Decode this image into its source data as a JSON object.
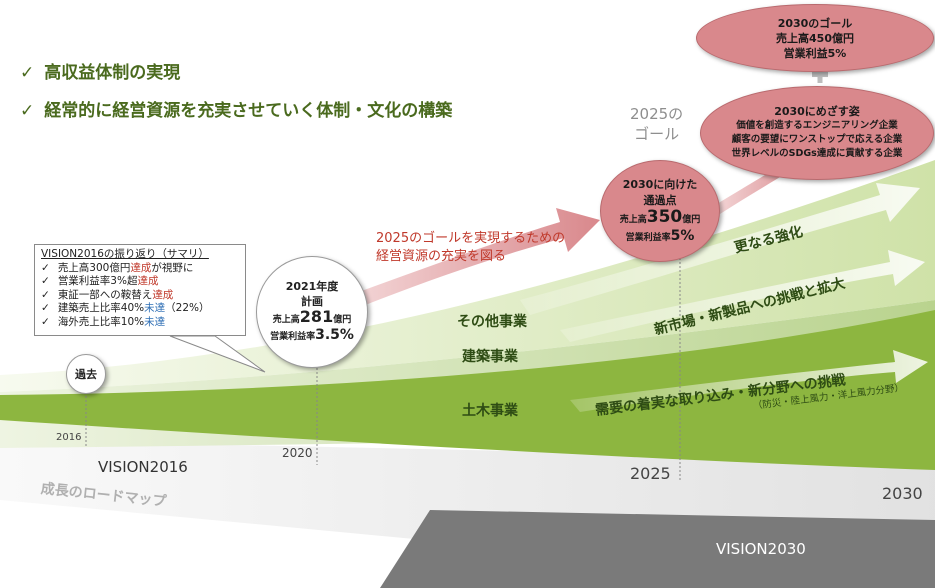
{
  "goals": [
    "高収益体制の実現",
    "経常的に経営資源を充実させていく体制・文化の構築"
  ],
  "goal2025_heading": {
    "line1": "2025の",
    "line2": "ゴール"
  },
  "review": {
    "title": "VISION2016の振り返り（サマリ）",
    "items": [
      {
        "text": "売上高300億円",
        "status": "達成",
        "suffix": "が視野に"
      },
      {
        "text": "営業利益率3%超",
        "status": "達成"
      },
      {
        "text": "東証一部への鞍替え",
        "status": "達成"
      },
      {
        "text": "建築売上比率40%",
        "status": "未達",
        "suffix": "（22%）"
      },
      {
        "text": "海外売上比率10%",
        "status": "未達"
      }
    ]
  },
  "past_label": "過去",
  "plan2021": {
    "title": "2021年度",
    "subtitle": "計画",
    "sales_label": "売上高",
    "sales_value": "281",
    "sales_unit": "億円",
    "margin_label": "営業利益率",
    "margin_value": "3.5%"
  },
  "arrow2025_caption": {
    "line1": "2025のゴールを実現するための",
    "line2": "経営資源の充実を図る"
  },
  "waypoint": {
    "title1": "2030に向けた",
    "title2": "通過点",
    "sales_label": "売上高",
    "sales_value": "350",
    "sales_unit": "億円",
    "margin_label": "営業利益率",
    "margin_value": "5%"
  },
  "goal2030": {
    "title": "2030のゴール",
    "sales": "売上高450億円",
    "margin": "営業利益5%"
  },
  "vision2030": {
    "title": "2030にめざす姿",
    "lines": [
      "価値を創造するエンジニアリング企業",
      "顧客の要望にワンストップで応える企業",
      "世界レベルのSDGs達成に貢献する企業"
    ]
  },
  "segments": {
    "other": "その他事業",
    "construction": "建築事業",
    "civil": "土木事業"
  },
  "arrows": {
    "reinforce": "更なる強化",
    "new_market": "新市場・新製品への挑戦と拡大",
    "demand": "需要の着実な取り込み・新分野への挑戦",
    "demand_sub": "（防災・陸上風力・洋上風力分野）"
  },
  "years": {
    "y2016": "2016",
    "y2020": "2020",
    "y2025": "2025",
    "y2030": "2030"
  },
  "vision_labels": {
    "v2016": "VISION2016",
    "v2030": "VISION2030"
  },
  "roadmap_caption": "成長のロードマップ"
}
